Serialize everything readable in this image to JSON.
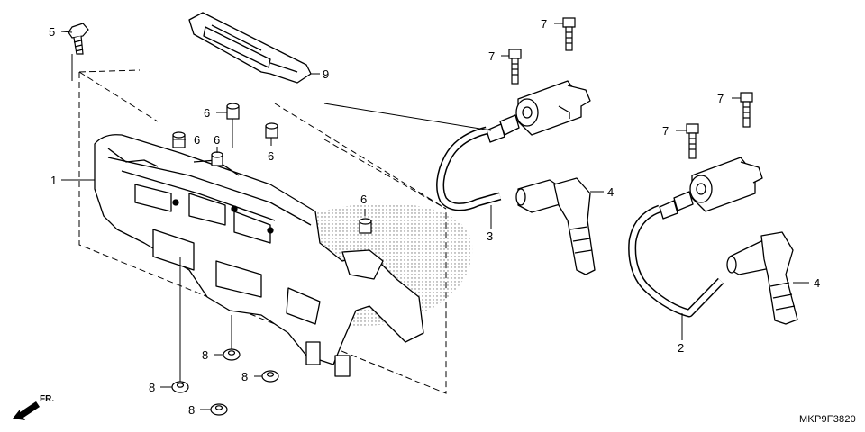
{
  "diagram_code": "MKP9F3820",
  "front_arrow_label": "FR.",
  "callouts": {
    "c1": "1",
    "c2": "2",
    "c3": "3",
    "c4a": "4",
    "c4b": "4",
    "c5": "5",
    "c6a": "6",
    "c6b": "6",
    "c6c": "6",
    "c6d": "6",
    "c6e": "6",
    "c7a": "7",
    "c7b": "7",
    "c7c": "7",
    "c7d": "7",
    "c8a": "8",
    "c8b": "8",
    "c8c": "8",
    "c8d": "8",
    "c9": "9"
  }
}
